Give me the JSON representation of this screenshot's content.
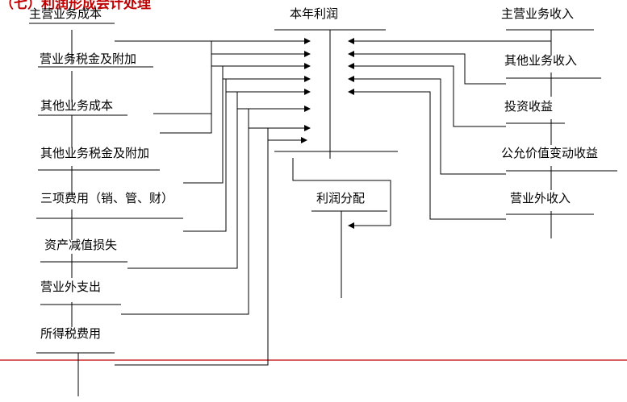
{
  "title_partial": "（七）利润形成会计处理",
  "center": {
    "profit": "本年利润",
    "distribution": "利润分配"
  },
  "left_items": [
    "主营业务成本",
    "营业务税金及附加",
    "其他业务成本",
    "其他业务税金及附加",
    "三项费用（销、管、财）",
    "资产减值损失",
    "营业外支出",
    "所得税费用"
  ],
  "right_items": [
    "主营业务收入",
    "其他业务收入",
    "投资收益",
    "公允价值变动收益",
    "营业外收入"
  ],
  "colors": {
    "line": "#000000",
    "rule": "#c00000",
    "title": "#c00000"
  }
}
